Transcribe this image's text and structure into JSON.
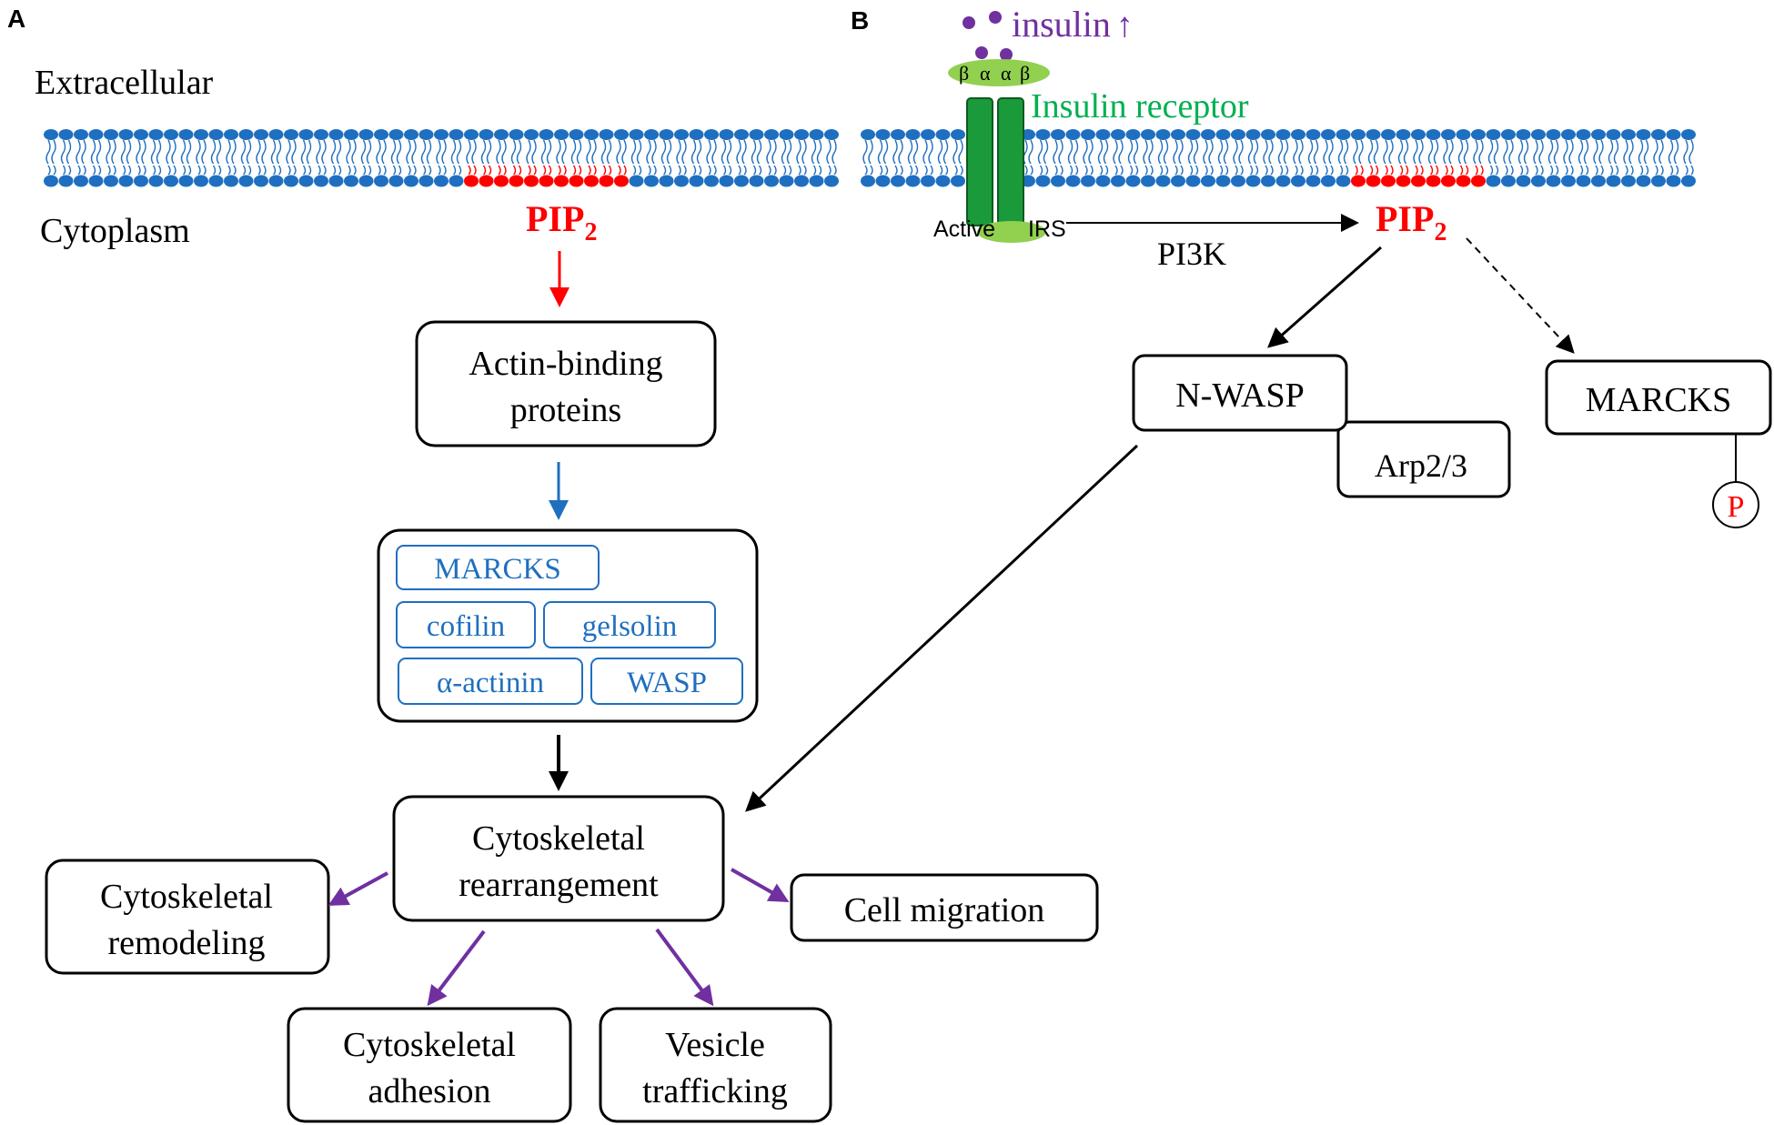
{
  "panels": {
    "a": "A",
    "b": "B"
  },
  "labels": {
    "extracellular": "Extracellular",
    "cytoplasm": "Cytoplasm",
    "pip2_main": "PIP",
    "pip2_sub": "2",
    "insulin": "insulin",
    "insulin_arrow": "↑",
    "insulin_receptor": "Insulin receptor",
    "beta": "β",
    "alpha": "α",
    "active": "Active",
    "irs": "IRS",
    "pi3k": "PI3K",
    "phospho": "P"
  },
  "boxes": {
    "abp_line1": "Actin-binding",
    "abp_line2": "proteins",
    "marcks": "MARCKS",
    "cofilin": "cofilin",
    "gelsolin": "gelsolin",
    "actinin": "α-actinin",
    "wasp": "WASP",
    "cr_line1": "Cytoskeletal",
    "cr_line2": "rearrangement",
    "remod_line1": "Cytoskeletal",
    "remod_line2": "remodeling",
    "adh_line1": "Cytoskeletal",
    "adh_line2": "adhesion",
    "ves_line1": "Vesicle",
    "ves_line2": "trafficking",
    "migration": "Cell migration",
    "nwasp": "N-WASP",
    "arp": "Arp2/3",
    "marcks_b": "MARCKS"
  },
  "colors": {
    "red": "#ff0000",
    "blue": "#1f6fbf",
    "purple": "#7030a0",
    "green": "#00b050",
    "membrane": "#1f6fc0",
    "pip_heads": "#ff0000",
    "receptor": "#1a9a3a",
    "receptor_light": "#92d050"
  }
}
